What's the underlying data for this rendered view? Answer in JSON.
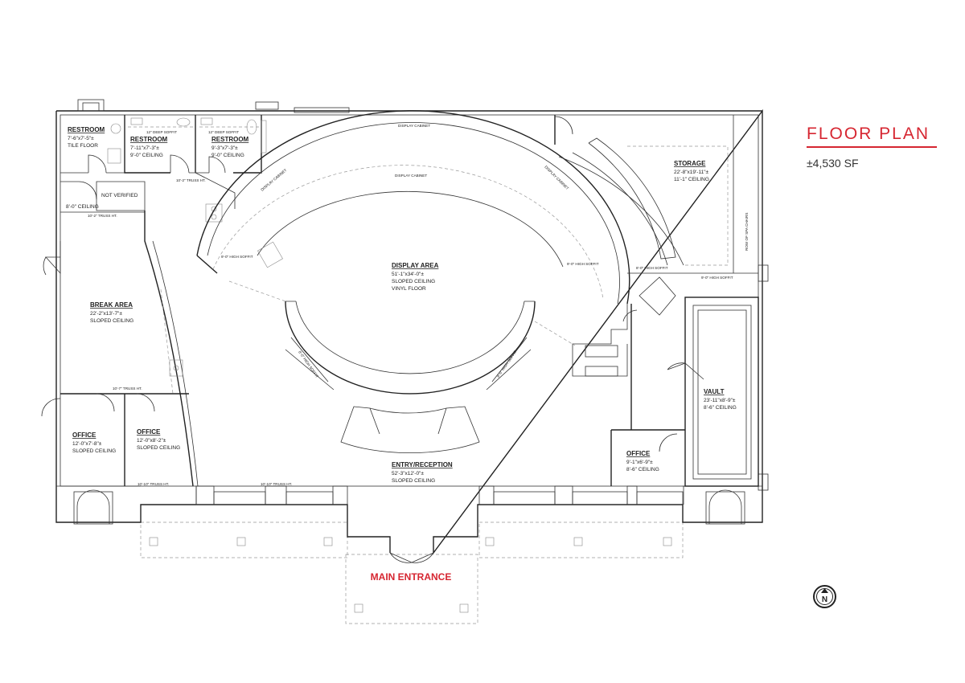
{
  "header": {
    "title": "FLOOR PLAN",
    "area": "±4,530 SF"
  },
  "entrance_label": "MAIN ENTRANCE",
  "north_symbol": "N",
  "colors": {
    "accent": "#d62631",
    "ink": "#222222",
    "fixture": "#999999"
  },
  "rooms": {
    "restroom_1": {
      "name": "RESTROOM",
      "dims": "7'-6\"x7'-5\"±",
      "note": "TILE FLOOR"
    },
    "restroom_2": {
      "name": "RESTROOM",
      "dims": "7'-11\"x7'-3\"±",
      "note": "9'-0\" CEILING"
    },
    "restroom_3": {
      "name": "RESTROOM",
      "dims": "9'-3\"x7'-3\"±",
      "note": "9'-0\" CEILING"
    },
    "storage": {
      "name": "STORAGE",
      "dims": "22'-8\"x19'-11\"±",
      "note": "11'-1\" CEILING"
    },
    "display_area": {
      "name": "DISPLAY AREA",
      "dims": "51'-1\"x34'-0\"±",
      "note": "SLOPED CEILING",
      "note2": "VINYL FLOOR"
    },
    "break_area": {
      "name": "BREAK AREA",
      "dims": "22'-2\"x13'-7\"±",
      "note": "SLOPED CEILING"
    },
    "vault": {
      "name": "VAULT",
      "dims": "23'-11\"x8'-9\"±",
      "note": "8'-6\" CEILING"
    },
    "office_1": {
      "name": "OFFICE",
      "dims": "12'-0\"x7'-8\"±",
      "note": "SLOPED CEILING"
    },
    "office_2": {
      "name": "OFFICE",
      "dims": "12'-0\"x8'-2\"±",
      "note": "SLOPED CEILING"
    },
    "office_3": {
      "name": "OFFICE",
      "dims": "9'-1\"x6'-9\"±",
      "note": "8'-6\" CEILING"
    },
    "entry_reception": {
      "name": "ENTRY/RECEPTION",
      "dims": "52'-3\"x12'-0\"±",
      "note": "SLOPED CEILING"
    }
  },
  "notes": {
    "not_verified": "NOT VERIFIED",
    "ceiling_8": "8'-0\" CEILING",
    "soffit_deep_1": "12\" DEEP SOFFIT",
    "soffit_deep_2": "12\" DEEP SOFFIT",
    "truss_10_2": "10'-2\" TRUSS HT.",
    "truss_10_2b": "10'-2\" TRUSS HT.",
    "truss_10_7": "10'-7\" TRUSS HT.",
    "truss_10_10": "10'-10\" TRUSS HT.",
    "truss_10_10b": "10'-10\" TRUSS HT.",
    "display_cabinet_top": "DISPLAY CABINET",
    "display_cabinet_inner": "DISPLAY CABINET",
    "display_cabinet_left": "DISPLAY CABINET",
    "display_cabinet_right": "DISPLAY CABINET",
    "soffit_9_left": "9'-0\" HIGH SOFFIT",
    "soffit_9_mid": "9'-0\" HIGH SOFFIT",
    "soffit_8_right": "8'-0\" HIGH SOFFIT",
    "soffit_9_far": "9'-0\" HIGH SOFFIT",
    "soffit_8_left_arc": "8'-0\" HIGH SOFFIT",
    "soffit_8_right_arc": "8'-0\" HIGH SOFFIT",
    "row_of_spa_chairs": "ROW OF SPA CHAIRS"
  }
}
